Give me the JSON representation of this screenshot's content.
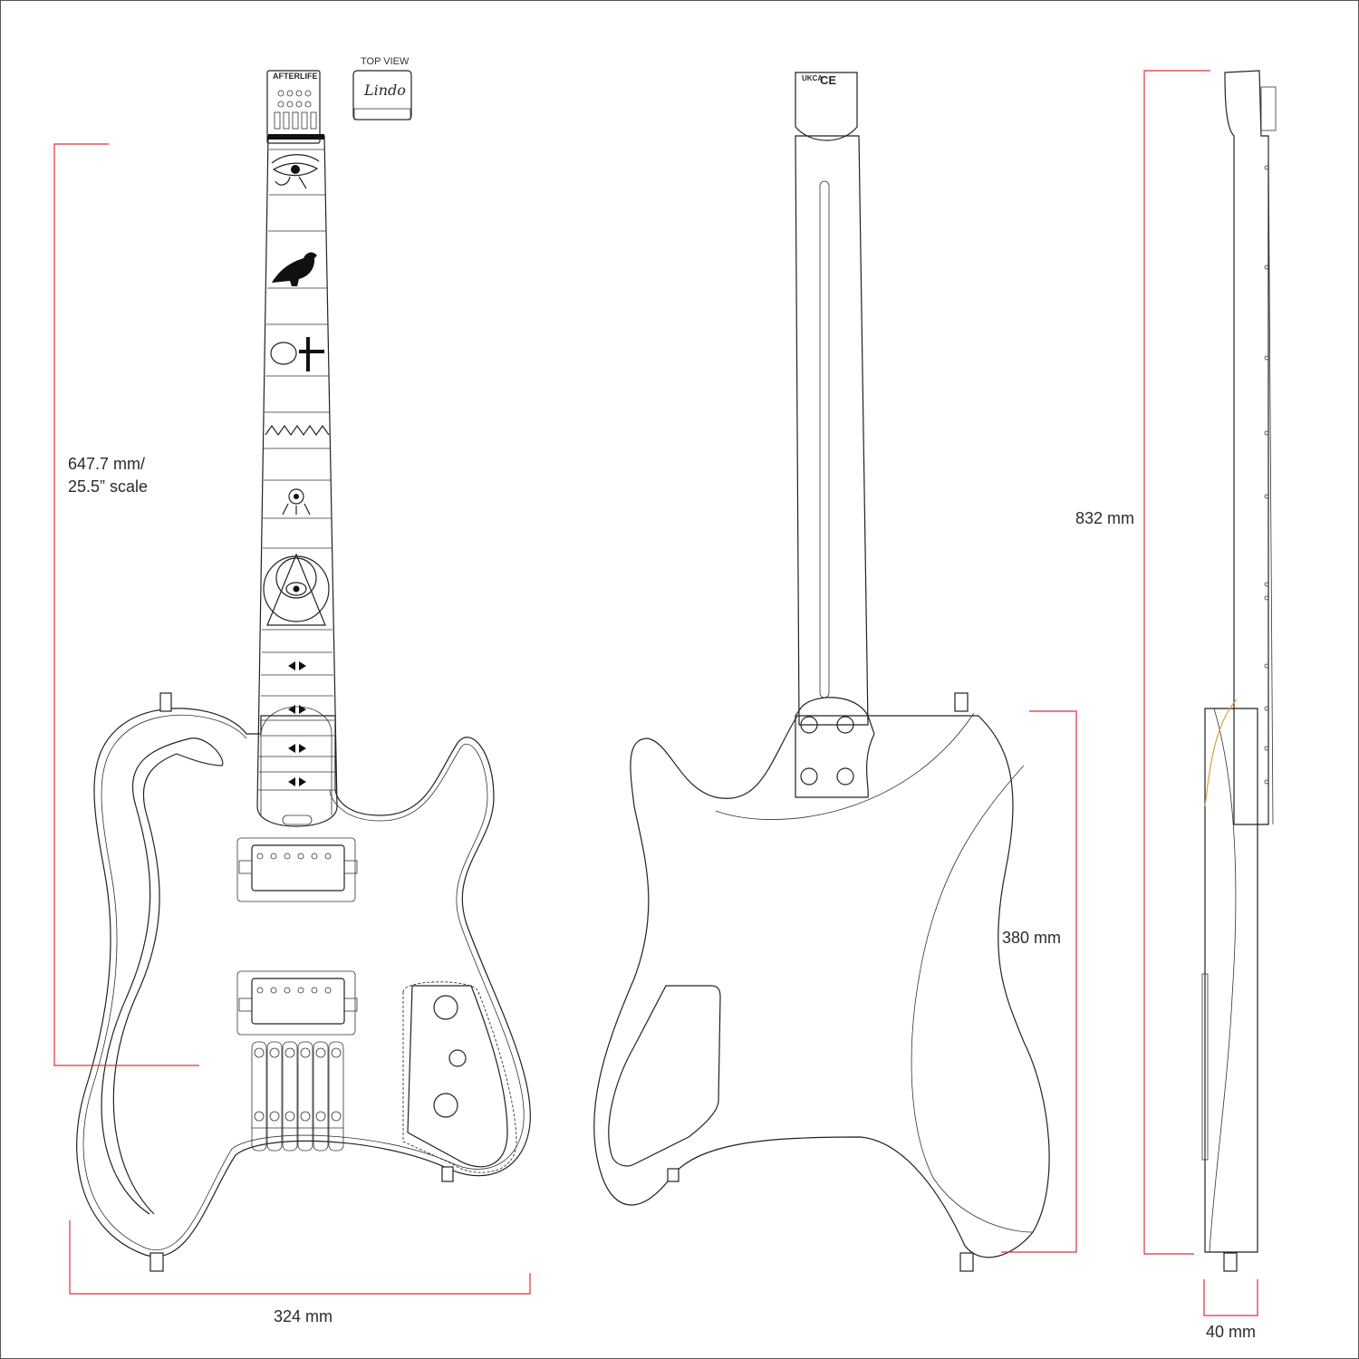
{
  "views": {
    "top_view_label": "TOP VIEW"
  },
  "branding": {
    "headstock_logo": "AFTERLIFE",
    "maker_logo": "Lindo",
    "uk_mark": "UKCA",
    "ce_mark": "CE"
  },
  "dimensions": {
    "scale_line1": "647.7 mm/",
    "scale_line2": "25.5” scale",
    "total_width": "324 mm",
    "total_length": "832 mm",
    "body_length": "380 mm",
    "body_depth": "40 mm"
  },
  "colors": {
    "dimension_line": "#d9333f",
    "outline": "#222222",
    "background": "#ffffff"
  },
  "inlays": [
    "eye-of-horus-icon",
    "raven-icon",
    "ankh-icon",
    "water-zigzag-icon",
    "sun-rays-icon",
    "triangle-circle-eye-icon",
    "arrow-pair-icon",
    "arrow-pair-icon",
    "arrow-pair-icon",
    "arrow-pair-icon"
  ]
}
